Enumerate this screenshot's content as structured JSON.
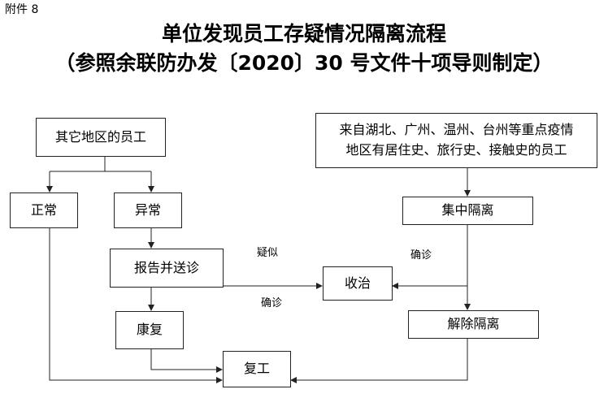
{
  "attachment": "附件 8",
  "title_line1": "单位发现员工存疑情况隔离流程",
  "title_line2": "（参照余联防办发〔2020〕30 号文件十项导则制定）",
  "nodes": {
    "other_region_staff": "其它地区的员工",
    "normal": "正常",
    "abnormal": "异常",
    "report_and_send": "报告并送诊",
    "recovery": "康复",
    "return_to_work": "复工",
    "admission": "收治",
    "key_region_staff_line1": "来自湖北、广州、温州、台州等重点疫情",
    "key_region_staff_line2": "地区有居住史、旅行史、接触史的员工",
    "centralized_isolation": "集中隔离",
    "release_isolation": "解除隔离"
  },
  "edge_labels": {
    "suspected": "疑似",
    "confirmed_left": "确诊",
    "confirmed_right": "确诊"
  }
}
